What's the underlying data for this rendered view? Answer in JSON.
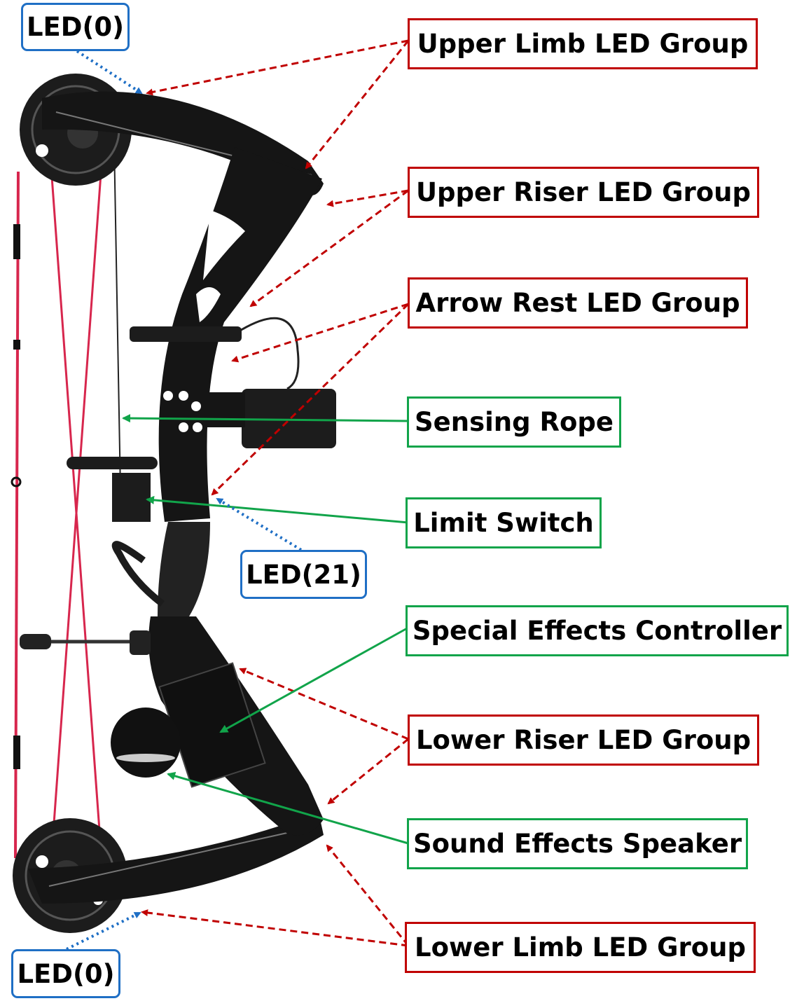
{
  "labels": {
    "upper_limb_led_group": "Upper Limb LED Group",
    "upper_riser_led_group": "Upper Riser LED Group",
    "arrow_rest_led_group": "Arrow Rest LED Group",
    "sensing_rope": "Sensing Rope",
    "limit_switch": "Limit Switch",
    "special_effects_controller": "Special Effects Controller",
    "lower_riser_led_group": "Lower Riser LED Group",
    "sound_effects_speaker": "Sound Effects Speaker",
    "lower_limb_led_group": "Lower Limb LED Group",
    "led_top": "LED(0)",
    "led_middle": "LED(21)",
    "led_bottom": "LED(0)"
  },
  "colors": {
    "led_group": "#c00000",
    "component": "#11a44a",
    "led_index": "#1f6fc5",
    "bow_body": "#151515",
    "bow_string": "#d7264d"
  }
}
